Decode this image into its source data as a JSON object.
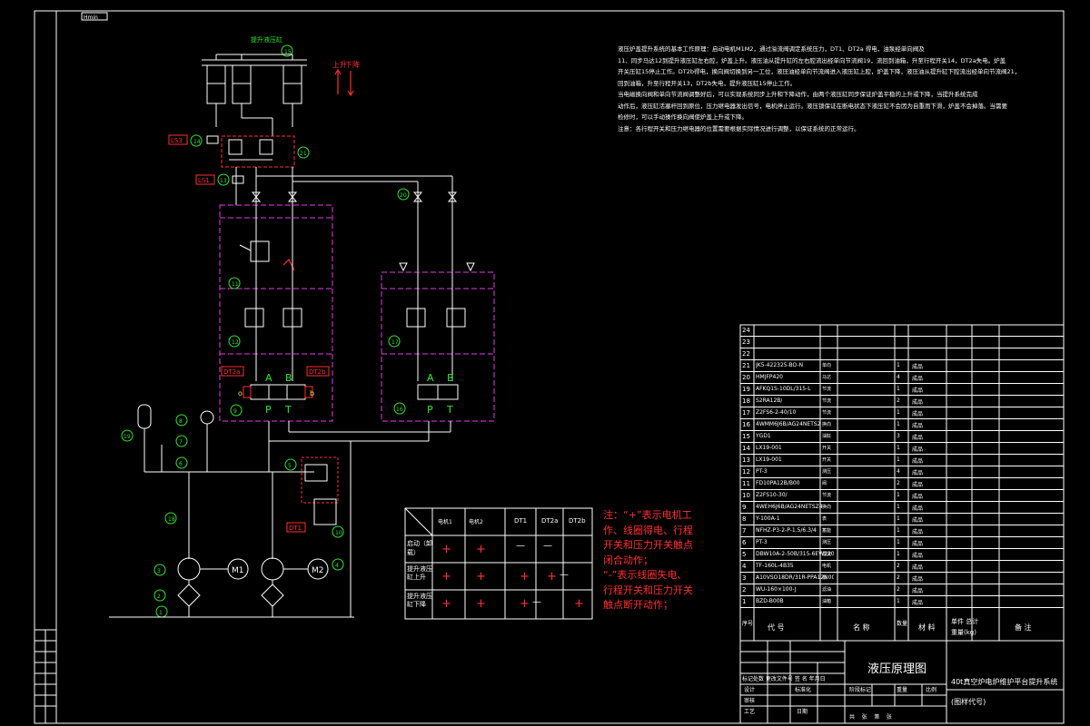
{
  "drawing_title": "液压原理图",
  "project_title": "40t真空炉电炉维护平台提升系统",
  "part_code": "(图样代号)",
  "top_left_tag": "Hmin",
  "description": {
    "lines": [
      "液压炉盖提升系统的基本工作原理：启动电机M1M2，通过溢流阀调定系统压力，DT1、DT2a 得电，油泵经单向阀及",
      "11、同步马达12到提升液压缸左右腔，炉盖上升。液压油从提升缸的左右腔流出经单向节流阀19，流回到油箱，升至行程开关14，DT2a失电。炉盖",
      "开关压缸15停止工作。DT2b得电，换向阀切换到另一工位，液压油经单向节流阀进入液压缸上腔，炉盖下降，液压油从提升缸下腔流出经单向节流阀21，",
      "回到油箱，升至行程开关13，DT2b失电，提升液压缸15停止工作。",
      "当电磁换向阀和单向节流阀调整好后，可以实现系统同步上升和下降动作，由两个液压缸同步保证炉盖平稳的上升或下降，当提升系统完成",
      "动作后，液压缸活塞杆回到原位，压力继电器发出信号，电机停止运行。液压锁保证在断电状态下液压缸不会因为自重而下滑，炉盖不会掉落。当需要",
      "检修时，可以手动操作换向阀使炉盖上升或下降。",
      "注意：各行程开关和压力继电器的位置需要根据实际情况进行调整，以保证系统的正常运行。"
    ]
  },
  "schematic": {
    "top_label": "提升液压缸",
    "arrow_labels": [
      "上升",
      "下降"
    ],
    "ls3": "LS3",
    "ls1": "LS1",
    "dt2a": "DT2a",
    "dt2b": "DT2b",
    "dt1": "DT1",
    "port_A": "A",
    "port_B": "B",
    "port_P": "P",
    "port_T": "T",
    "port_a": "a",
    "port_o": "o",
    "port_b": "b",
    "motor1": "M1",
    "motor2": "M2",
    "callouts": [
      "15",
      "14",
      "13",
      "21",
      "20",
      "11",
      "12",
      "17",
      "18",
      "16",
      "19",
      "9",
      "8",
      "7",
      "6",
      "5",
      "10",
      "3",
      "4",
      "2",
      "1"
    ]
  },
  "action_table": {
    "headers": [
      "",
      "电机1",
      "电机2",
      "DT1",
      "DT2a",
      "DT2b"
    ],
    "rows": [
      {
        "label": "启动（卸载）",
        "cells": [
          "+",
          "+",
          "—",
          "—",
          ""
        ]
      },
      {
        "label": "提升液压缸上升",
        "cells": [
          "+",
          "+",
          "+",
          "+",
          "—"
        ]
      },
      {
        "label": "提升液压缸下降",
        "cells": [
          "+",
          "+",
          "+",
          "—",
          "+"
        ]
      }
    ]
  },
  "note": {
    "lines": [
      "注：“+”表示电机工",
      "作、线圈得电、行程",
      "开关和压力开关触点",
      "闭合动作；",
      "“-”表示线圈失电、",
      "行程开关和压力开关",
      "触点断开动作；"
    ]
  },
  "parts_list": {
    "rows": [
      {
        "no": "24",
        "code": "",
        "name": "",
        "qty": "",
        "mat": ""
      },
      {
        "no": "23",
        "code": "",
        "name": "",
        "qty": "",
        "mat": ""
      },
      {
        "no": "22",
        "code": "",
        "name": "",
        "qty": "",
        "mat": ""
      },
      {
        "no": "21",
        "code": "JK5-422325-BO-N",
        "name": "单向",
        "qty": "1",
        "mat": "成品"
      },
      {
        "no": "20",
        "code": "HMJFP420",
        "name": "马达",
        "qty": "4",
        "mat": "成品"
      },
      {
        "no": "19",
        "code": "AFKQ1S-10DL/315-L",
        "name": "节流",
        "qty": "1",
        "mat": "成品"
      },
      {
        "no": "18",
        "code": "S2RA12B/",
        "name": "节流",
        "qty": "2",
        "mat": "成品"
      },
      {
        "no": "17",
        "code": "Z2FS6-2-40/10",
        "name": "节流",
        "qty": "1",
        "mat": "成品"
      },
      {
        "no": "16",
        "code": "4WMM6J6B/AG24NETS2",
        "name": "换向",
        "qty": "1",
        "mat": "成品"
      },
      {
        "no": "15",
        "code": "YGD1",
        "name": "油缸",
        "qty": "3",
        "mat": "成品"
      },
      {
        "no": "14",
        "code": "LX19-001",
        "name": "开关",
        "qty": "1",
        "mat": "成品"
      },
      {
        "no": "13",
        "code": "LX19-001",
        "name": "开关",
        "qty": "1",
        "mat": "成品"
      },
      {
        "no": "12",
        "code": "PT-3",
        "name": "测压",
        "qty": "4",
        "mat": "成品"
      },
      {
        "no": "11",
        "code": "FD10PA12B/B00",
        "name": "阀",
        "qty": "2",
        "mat": "成品"
      },
      {
        "no": "10",
        "code": "Z2FS10-30/",
        "name": "节流",
        "qty": "1",
        "mat": "成品"
      },
      {
        "no": "9",
        "code": "4WEH6J6B/AG24NETSZ4",
        "name": "换向",
        "qty": "1",
        "mat": "成品"
      },
      {
        "no": "8",
        "code": "Y-100A-1",
        "name": "表",
        "qty": "1",
        "mat": "成品"
      },
      {
        "no": "7",
        "code": "NFHZ-P3-2-P-1.5/6.3/4",
        "name": "蓄能",
        "qty": "1",
        "mat": "成品"
      },
      {
        "no": "6",
        "code": "PT-3",
        "name": "测压",
        "qty": "1",
        "mat": "成品"
      },
      {
        "no": "5",
        "code": "DBW10A-2-50B/315-6EW220",
        "name": "溢流",
        "qty": "1",
        "mat": "成品"
      },
      {
        "no": "4",
        "code": "TF-160L-4B35",
        "name": "电机",
        "qty": "2",
        "mat": "成品"
      },
      {
        "no": "3",
        "code": "A10VSO18DR/31R-PPA12N00",
        "name": "泵",
        "qty": "2",
        "mat": "成品"
      },
      {
        "no": "2",
        "code": "WU-160×100-J",
        "name": "滤油",
        "qty": "2",
        "mat": "成品"
      },
      {
        "no": "1",
        "code": "BZD-B00B",
        "name": "油箱",
        "qty": "1",
        "mat": "成品"
      }
    ],
    "header": {
      "no": "序号",
      "code": "代 号",
      "name": "名 称",
      "qty": "数量",
      "mat": "材 料",
      "weight": "单件 总计",
      "weight2": "重量(kg)",
      "remark": "备 注"
    }
  },
  "title_block": {
    "design": "设计",
    "standard": "标准化",
    "process": "工艺",
    "check": "审核",
    "date": "日期",
    "change_row": "标记处数  更改文件号  签 名  年月日",
    "stage": "阶段标记",
    "weight": "重量",
    "scale": "比例",
    "sheet": "共    张    第    张"
  }
}
